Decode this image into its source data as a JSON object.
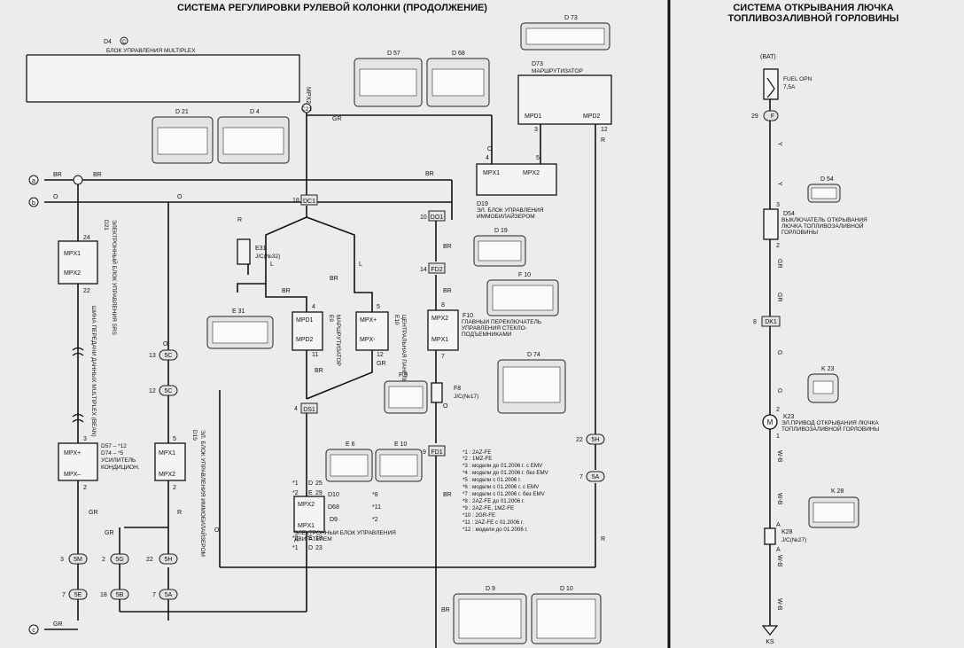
{
  "left_title": "СИСТЕМА РЕГУЛИРОВКИ РУЛЕВОЙ КОЛОНКИ (ПРОДОЛЖЕНИЕ)",
  "right_title_1": "СИСТЕМА ОТКРЫВАНИЯ ЛЮЧКА",
  "right_title_2": "ТОПЛИВОЗАЛИВНОЙ ГОРЛОВИНЫ",
  "d4": {
    "ref": "D4",
    "ref_mark": "C",
    "name": "БЛОК УПРАВЛЕНИЯ MULTIPLEX",
    "pin": "MPX2",
    "jc": "C21"
  },
  "d73": {
    "ref": "D73",
    "name": "МАРШРУТИЗАТОР",
    "pin1": "MPD1",
    "pin2": "MPD2",
    "n3": "3",
    "n12": "12",
    "n4": "4",
    "n5": "5"
  },
  "d19_top": {
    "ref": "D19",
    "name": "ЭЛ. БЛОК УПРАВЛЕНИЯ ИММОБИЛАЙЗЕРОМ",
    "pin1": "MPX1",
    "pin2": "MPX2"
  },
  "d21": {
    "ref": "D21",
    "name": "ЭЛЕКТРОННЫЙ БЛОК УПРАВЛЕНИЯ SRS",
    "pin1": "MPX1",
    "pin2": "MPX2",
    "n1": "24",
    "n2": "22"
  },
  "bus_label": "ШИНА ПЕРЕДАЧИ ДАННЫХ MULTIPLEX (BEAN)",
  "e31": {
    "ref": "E31",
    "name": "J/C(№32)"
  },
  "e9": {
    "ref": "E9",
    "name": "МАРШРУТИЗАТОР",
    "pin1": "MPD1",
    "pin2": "MPD2",
    "n1": "4",
    "n2": "11"
  },
  "e10": {
    "ref": "E10",
    "name": "ЦЕНТРАЛЬНАЯ ПАНЕЛЬ",
    "pin1": "MPX+",
    "pin2": "MPX-",
    "n1": "5",
    "n2": "12"
  },
  "f10": {
    "ref": "F10",
    "name": "ГЛАВНЫЙ ПЕРЕКЛЮЧАТЕЛЬ УПРАВЛЕНИЯ СТЕКЛО-ПОДЪЕМНИКАМИ",
    "pin1": "MPX2",
    "pin2": "MPX1",
    "n1": "8",
    "n2": "7"
  },
  "f8": {
    "ref": "F8",
    "name": "J/C(№17)"
  },
  "d57": {
    "refs": "D57 – *12\nD74 – *5",
    "name": "УСИЛИТЕЛЬ КОНДИЦИОН.",
    "pin1": "MPX+",
    "pin2": "MPX–",
    "n1": "3",
    "n2": "2"
  },
  "d19_low": {
    "ref": "D19",
    "name": "ЭЛ. БЛОК УПРАВЛЕНИЯ ИММОБИЛАЙЗЕРОМ",
    "pin1": "MPX1",
    "pin2": "MPX2",
    "n1": "5",
    "n2": "2"
  },
  "ecu": {
    "name": "ЭЛЕКТРОННЫЙ БЛОК УПРАВЛЕНИЯ ДВИГАТЕЛЕМ",
    "pin1": "MPX2",
    "pin2": "MPX1"
  },
  "notes": [
    "*1 : 2AZ-FE",
    "*2 : 1MZ-FE",
    "*3 : модели до 01.2006 г. с EMV",
    "*4 : модели до 01.2006 г. без EMV",
    "*5 : модели с 01.2006 г.",
    "*6 : модели с 01.2006 г. с EMV",
    "*7 : модели с 01.2006 г. без EMV",
    "*8 : 2AZ-FE до 01.2006 г.",
    "*9 : 2AZ-FE, 1MZ-FE",
    "*10 : 2GR-FE",
    "*11 : 2AZ-FE с 01.2006 г.",
    "*12 : модели до 01.2006 г."
  ],
  "connectors_left": {
    "dc1": "DC1",
    "do1": "DO1",
    "fd2": "FD2",
    "fd1": "FD1",
    "ds1": "DS1",
    "n18": "18",
    "n10": "10",
    "n14": "14",
    "n9": "9",
    "n4": "4"
  },
  "joints": [
    "5C",
    "5C",
    "5M",
    "5G",
    "5H",
    "5E",
    "5B",
    "5A",
    "5H",
    "5A"
  ],
  "joint_nums": [
    "13",
    "12",
    "3",
    "2",
    "22",
    "7",
    "18",
    "7",
    "22",
    "7"
  ],
  "ecu_pins": [
    {
      "mark": "*1",
      "code": "D",
      "num": "25"
    },
    {
      "mark": "*2",
      "code": "E",
      "num": "29"
    },
    {
      "mark": "",
      "code": "D10",
      "num": "*8"
    },
    {
      "mark": "",
      "code": "D68",
      "num": "*11"
    },
    {
      "mark": "",
      "code": "D9",
      "num": "*2"
    },
    {
      "mark": "*2",
      "code": "E",
      "num": "18"
    },
    {
      "mark": "*1",
      "code": "D",
      "num": "23"
    }
  ],
  "wire_colors": {
    "gr": "GR",
    "br": "BR",
    "r": "R",
    "l": "L",
    "o": "O",
    "w": "W-B",
    "g": "G",
    "y": "Y"
  },
  "fuse": {
    "bat": "(BAT)",
    "name": "FUEL OPN",
    "amp": "7,5A",
    "n": "29",
    "code": "F"
  },
  "d54": {
    "ref": "D54",
    "name": "ВЫКЛЮЧАТЕЛЬ ОТКРЫВАНИЯ ЛЮЧКА ТОПЛИВОЗАЛИВНОЙ ГОРЛОВИНЫ",
    "n1": "3",
    "n2": "2"
  },
  "dk1": {
    "num": "8",
    "code": "DK1"
  },
  "k23": {
    "ref": "K23",
    "name": "ЭЛ.ПРИВОД ОТКРЫВАНИЯ ЛЮЧКА ТОПЛИВОЗАЛИВНОЙ ГОРЛОВИНЫ",
    "n1": "2",
    "n2": "1"
  },
  "k28": {
    "ref": "K28",
    "name": "J/C(№27)",
    "pin": "A"
  },
  "ks": "KS",
  "thumbs": [
    "D 57",
    "D 68",
    "D 21",
    "D 4",
    "D 73",
    "D 19",
    "F 10",
    "E 31",
    "F 8",
    "D 74",
    "E 6",
    "E 10",
    "D 9",
    "D 10",
    "D 54",
    "K 23",
    "K 28"
  ],
  "bus_letters": [
    "a",
    "b",
    "c"
  ]
}
